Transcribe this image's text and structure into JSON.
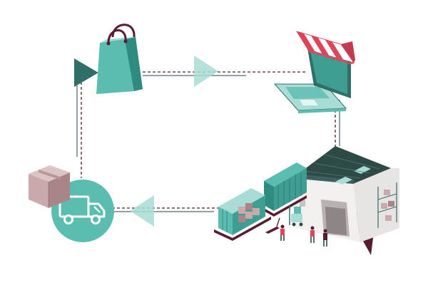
{
  "diagram": {
    "type": "ecommerce-fulfillment-cycle",
    "nodes": [
      {
        "id": "shopping-bag",
        "icon": "shopping-bag-icon"
      },
      {
        "id": "online-store",
        "icon": "laptop-store-icon"
      },
      {
        "id": "warehouse",
        "icon": "warehouse-icon"
      },
      {
        "id": "delivery",
        "icon": "delivery-truck-icon"
      }
    ],
    "flow": [
      "shopping-bag",
      "online-store",
      "warehouse",
      "delivery",
      "shopping-bag"
    ],
    "colors": {
      "teal": "#5bbdb0",
      "teal_light": "#a9dcd4",
      "teal_dark": "#2f6f68",
      "maroon": "#5a1a30",
      "roof": "#2e4a47",
      "awning_red": "#e0445a",
      "box": "#c9a9ab",
      "box_dark": "#a98587",
      "line_dark": "#1f4a45",
      "dash": "#5a1a30"
    }
  }
}
